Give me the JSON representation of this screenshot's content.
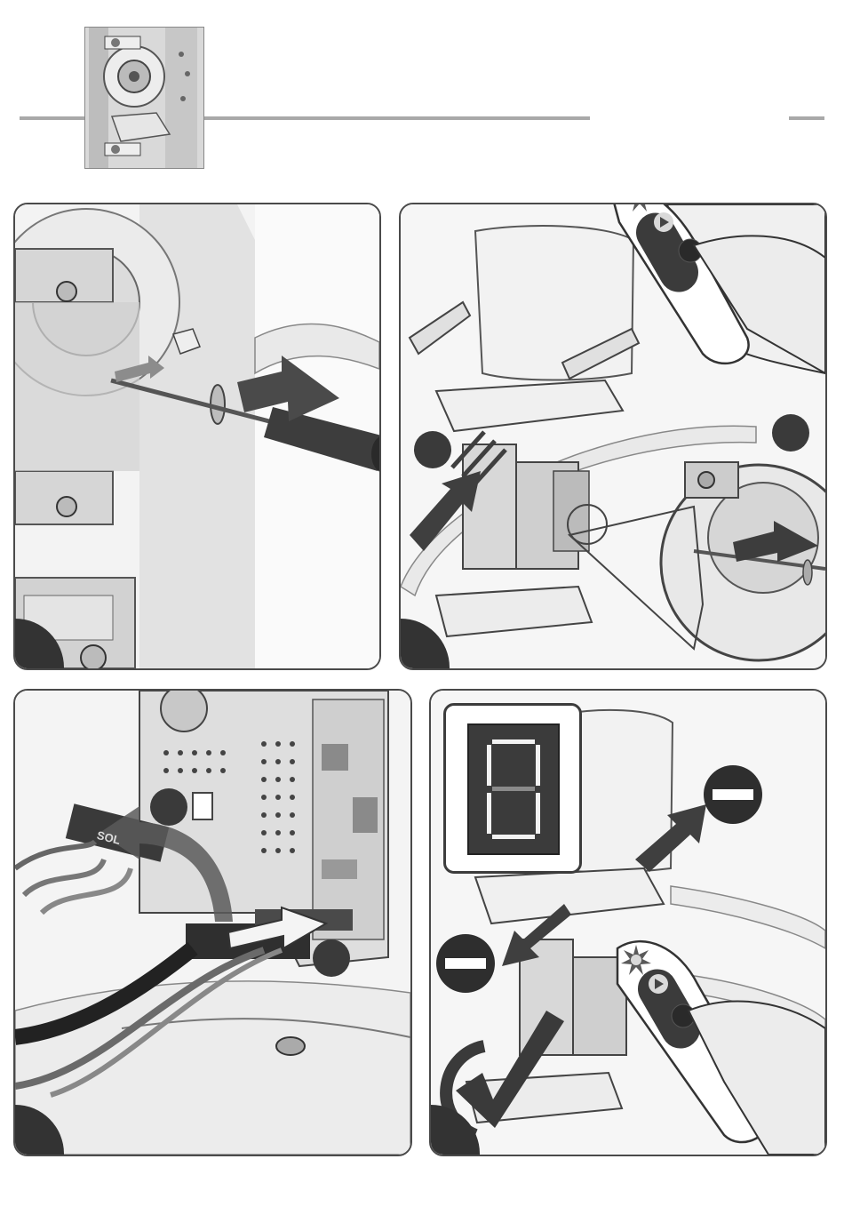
{
  "page": {
    "background": "#ffffff",
    "rule_color": "#a9a9a9",
    "panel_border": "#4a4a4a",
    "badge_color": "#333333"
  },
  "header": {
    "thumbnail": "wheel-assembly-thumbnail"
  },
  "panels": [
    {
      "id": "step-1",
      "scene": "screwdriver-insert-into-wheel-hub"
    },
    {
      "id": "step-2",
      "scene": "remote-press-and-chair-with-zoom"
    },
    {
      "id": "step-3",
      "scene": "connector-unplug-and-reconnect"
    },
    {
      "id": "step-4",
      "scene": "display-dash-and-chair-check"
    }
  ],
  "remote": {
    "up_icon": "triangle-up-icon",
    "indicator": "flash-burst-icon"
  },
  "display": {
    "segments_on": [
      "a",
      "b",
      "c",
      "d",
      "e",
      "f"
    ],
    "segment_dim": "g"
  },
  "connector": {
    "label": "SOL"
  }
}
